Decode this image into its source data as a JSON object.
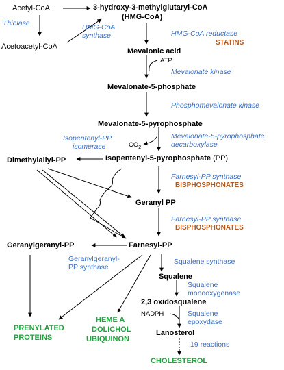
{
  "metabolites": {
    "acetyl_coa": "Acetyl-CoA",
    "acetoacetyl_coa": "Acetoacetyl-CoA",
    "hmg_coa_line1": "3-hydroxy-3-methylglutaryl-CoA",
    "hmg_coa_line2": "(HMG-CoA)",
    "mevalonic_acid": "Mevalonic acid",
    "mevalonate_5_phosphate": "Mevalonate-5-phosphate",
    "mevalonate_5_pyrophosphate": "Mevalonate-5-pyrophosphate",
    "dimethylallyl_pp": "Dimethylallyl-PP",
    "isopentenyl_pp": "Isopentenyl-5-pyrophosphate",
    "isopentenyl_pp_abbrev": "(PP)",
    "geranyl_pp": "Geranyl PP",
    "geranylgeranyl_pp": "Geranylgeranyl-PP",
    "farnesyl_pp": "Farnesyl-PP",
    "squalene": "Squalene",
    "oxidosqualene": "2,3 oxidosqualene",
    "lanosterol": "Lanosterol"
  },
  "cofactors": {
    "atp": "ATP",
    "co2": "CO",
    "co2_sub": "2",
    "nadph": "NADPH"
  },
  "enzymes": {
    "thiolase": "Thiolase",
    "hmg_coa_synthase_1": "HMG-CoA",
    "hmg_coa_synthase_2": "synthase",
    "hmg_coa_reductase": "HMG-CoA reductase",
    "mevalonate_kinase": "Mevalonate kinase",
    "phosphomevalonate_kinase": "Phosphomevalonate kinase",
    "isomerase_1": "Isopentenyl-PP",
    "isomerase_2": "isomerase",
    "decarboxylase_1": "Mevalonate-5-pyrophosphate",
    "decarboxylase_2": "decarboxylase",
    "farnesyl_pp_synthase_1": "Farnesyl-PP synthase",
    "farnesyl_pp_synthase_2": "Farnesyl-PP synthase",
    "geranylgeranyl_pp_synthase_1": "Geranylgeranyl-",
    "geranylgeranyl_pp_synthase_2": "PP synthase",
    "squalene_synthase": "Squalene synthase",
    "squalene_monooxygenase_1": "Squalene",
    "squalene_monooxygenase_2": "monooxygenase",
    "squalene_epoxydase_1": "Squalene",
    "squalene_epoxydase_2": "epoxydase",
    "nineteen_reactions": "19 reactions"
  },
  "drugs": {
    "statins": "STATINS",
    "bisphosphonates_1": "BISPHOSPHONATES",
    "bisphosphonates_2": "BISPHOSPHONATES"
  },
  "end_products": {
    "prenylated_1": "PRENYLATED",
    "prenylated_2": "PROTEINS",
    "heme": "HEME A",
    "dolichol": "DOLICHOL",
    "ubiquinon": "UBIQUINON",
    "cholesterol": "CHOLESTEROL"
  },
  "colors": {
    "enzyme_blue": "#3b6fc4",
    "drug_orange": "#b45a1e",
    "product_green": "#18a83a"
  }
}
